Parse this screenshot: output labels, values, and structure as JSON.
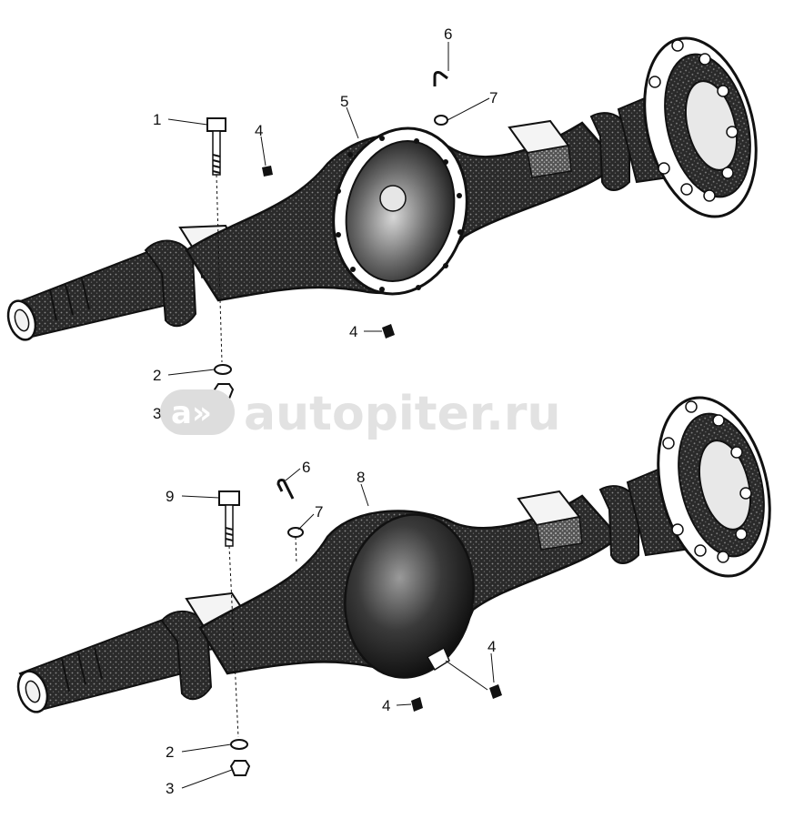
{
  "watermark": {
    "logo": "a»",
    "text": "autopiter.ru"
  },
  "upper_axle": {
    "callouts": [
      "1",
      "4",
      "5",
      "6",
      "7",
      "4",
      "2",
      "3"
    ]
  },
  "lower_axle": {
    "callouts": [
      "9",
      "6",
      "8",
      "7",
      "4",
      "4",
      "2",
      "3"
    ]
  },
  "colors": {
    "ink": "#111111",
    "housing": "#1a1a1a",
    "paper": "#ffffff",
    "watermark": "#e2e2e2"
  }
}
